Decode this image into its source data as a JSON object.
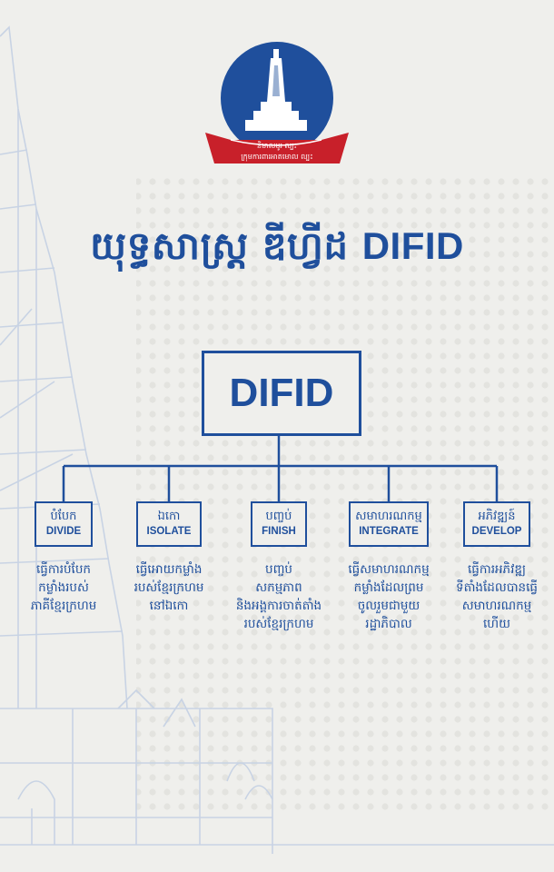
{
  "logo": {
    "ribbon_top": "និមាលមូរ ល្បះ",
    "ribbon_bottom": "ក្រុមការពារអាតមោល ល្បះ",
    "colors": {
      "blue": "#1f4f9c",
      "red": "#c8202a",
      "white": "#ffffff"
    }
  },
  "title": {
    "khmer": "យុទ្ធសាស្ត្រ ឌីហ្វីដ",
    "latin": "DIFID"
  },
  "root": {
    "label": "DIFID"
  },
  "nodes": [
    {
      "khmer": "បំបែក",
      "english": "DIVIDE",
      "description": [
        "ធ្វើការបំបែក",
        "កម្លាំងរបស់",
        "ភាគីខ្មែរក្រហម"
      ]
    },
    {
      "khmer": "ឯកោ",
      "english": "ISOLATE",
      "description": [
        "ធ្វើអោយកម្លាំង",
        "របស់ខ្មែរក្រហម",
        "នៅឯកោ"
      ]
    },
    {
      "khmer": "បញ្ចប់",
      "english": "FINISH",
      "description": [
        "បញ្ចប់",
        "សកម្មភាព",
        "និងអង្គការចាត់តាំង",
        "របស់ខ្មែរក្រហម"
      ]
    },
    {
      "khmer": "សមាហរណកម្ម",
      "english": "INTEGRATE",
      "description": [
        "ធ្វើសមាហរណកម្ម",
        "កម្លាំងដែលព្រម",
        "ចូលរួមជាមួយ",
        "រដ្ឋាភិបាល"
      ]
    },
    {
      "khmer": "អភិវឌ្ឍន៍",
      "english": "DEVELOP",
      "description": [
        "ធ្វើការអភិវឌ្ឍ",
        "ទីតាំងដែលបានធ្វើ",
        "សមាហរណកម្ម",
        "ហើយ"
      ]
    }
  ],
  "colors": {
    "primary": "#1f4f9c",
    "background": "#efefec"
  }
}
